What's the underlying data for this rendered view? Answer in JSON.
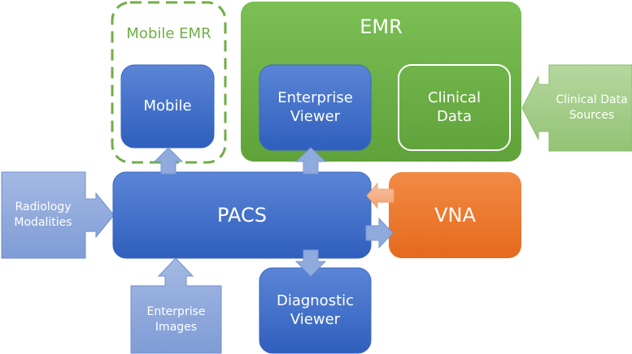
{
  "diagram": {
    "title": "PACS / EMR / VNA architecture",
    "colors": {
      "blue": "#4472c4",
      "light_blue": "#8faadc",
      "green": "#70ad47",
      "light_green": "#a9d18e",
      "orange": "#ed7d31",
      "light_orange": "#f4b183",
      "white": "#ffffff"
    },
    "nodes": {
      "mobile_emr": {
        "label": "Mobile EMR",
        "style": "dashed-green-container"
      },
      "mobile": {
        "label": "Mobile"
      },
      "emr": {
        "label": "EMR",
        "style": "green-container"
      },
      "enterprise_viewer": {
        "label": "Enterprise Viewer"
      },
      "clinical_data": {
        "label": "Clinical Data",
        "style": "outlined"
      },
      "clinical_data_sources": {
        "label": "Clinical Data Sources",
        "style": "callout-left"
      },
      "radiology_modalities": {
        "label": "Radiology Modalities",
        "style": "callout-right"
      },
      "pacs": {
        "label": "PACS"
      },
      "vna": {
        "label": "VNA"
      },
      "enterprise_images": {
        "label": "Enterprise Images",
        "style": "callout-up"
      },
      "diagnostic_viewer": {
        "label": "Diagnostic Viewer"
      }
    },
    "edges": [
      {
        "from": "PACS",
        "to": "Mobile",
        "direction": "up"
      },
      {
        "from": "PACS",
        "to": "Enterprise Viewer",
        "direction": "up"
      },
      {
        "from": "PACS",
        "to": "VNA",
        "direction": "right"
      },
      {
        "from": "VNA",
        "to": "PACS",
        "direction": "left"
      },
      {
        "from": "PACS",
        "to": "Diagnostic Viewer",
        "direction": "down"
      },
      {
        "from": "Radiology Modalities",
        "to": "PACS",
        "direction": "right"
      },
      {
        "from": "Enterprise Images",
        "to": "PACS",
        "direction": "up"
      },
      {
        "from": "Clinical Data Sources",
        "to": "EMR",
        "direction": "left"
      }
    ]
  }
}
